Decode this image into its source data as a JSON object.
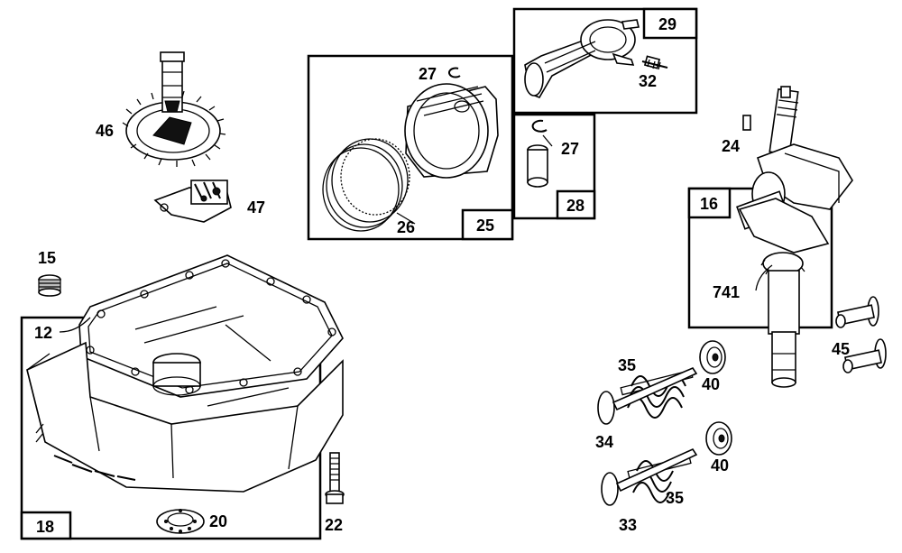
{
  "parts": {
    "p46": "46",
    "p47": "47",
    "p15": "15",
    "p12": "12",
    "p18": "18",
    "p20": "20",
    "p22": "22",
    "p27a": "27",
    "p26": "26",
    "p25": "25",
    "p29": "29",
    "p32": "32",
    "p27b": "27",
    "p28": "28",
    "p24": "24",
    "p16": "16",
    "p741": "741",
    "p45": "45",
    "p35a": "35",
    "p40a": "40",
    "p34": "34",
    "p40b": "40",
    "p35b": "35",
    "p33": "33"
  }
}
